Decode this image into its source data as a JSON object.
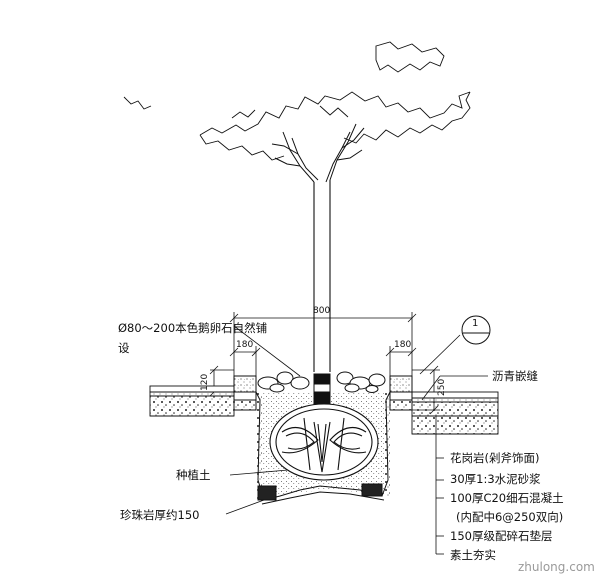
{
  "dimensions": {
    "overall": "800",
    "left_edge": "180",
    "right_edge": "180",
    "left_height": "120",
    "right_height": "250"
  },
  "callout": {
    "number": "1"
  },
  "labels": {
    "pebble_line1": "Ø80～200本色鹅卵石自然铺",
    "pebble_line2": "设",
    "asphalt_joint": "沥青嵌缝",
    "planting_soil": "种植土",
    "perlite": "珍珠岩厚约150"
  },
  "layers": [
    "花岗岩(剁斧饰面)",
    "30厚1:3水泥砂浆",
    "100厚C20细石混凝土",
    "(内配中6@250双向)",
    "150厚级配碎石垫层",
    "素土夯实"
  ],
  "watermark": "zhulong.com",
  "colors": {
    "line": "#111111",
    "hatch": "#555555",
    "watermark": "#9a9a9a"
  }
}
